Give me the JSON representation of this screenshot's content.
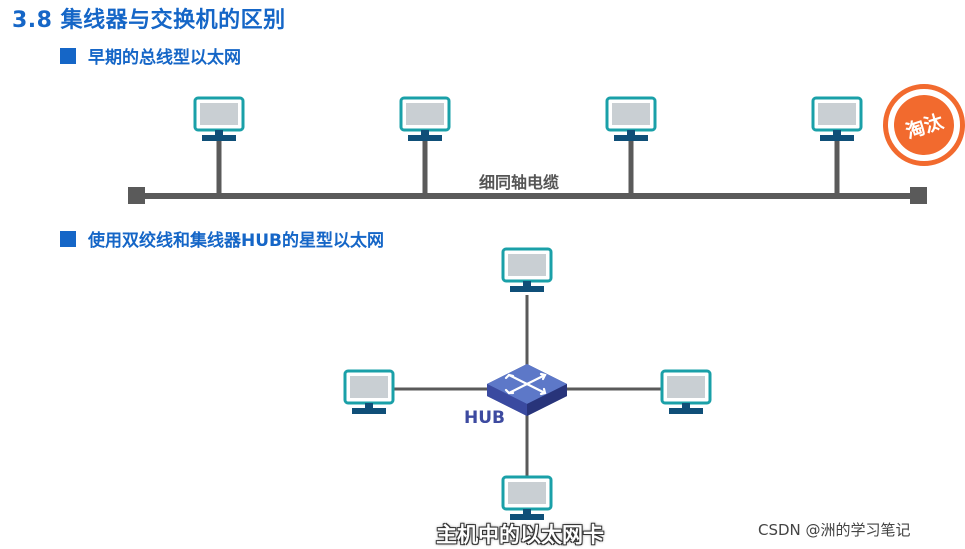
{
  "title": "3.8 集线器与交换机的区别",
  "section_bus": {
    "label": "早期的总线型以太网",
    "cable_label": "细同轴电缆",
    "stamp_text": "淘汰"
  },
  "section_star": {
    "label": "使用双绞线和集线器HUB的星型以太网",
    "hub_label": "HUB"
  },
  "subtitle": "主机中的以太网卡",
  "watermark": "CSDN @洲的学习笔记",
  "colors": {
    "accent": "#1566c7",
    "computer": "#1aa0a8",
    "cable": "#5a5a5a",
    "stamp": "#f26a2e",
    "hub": "#3d4aa0"
  }
}
